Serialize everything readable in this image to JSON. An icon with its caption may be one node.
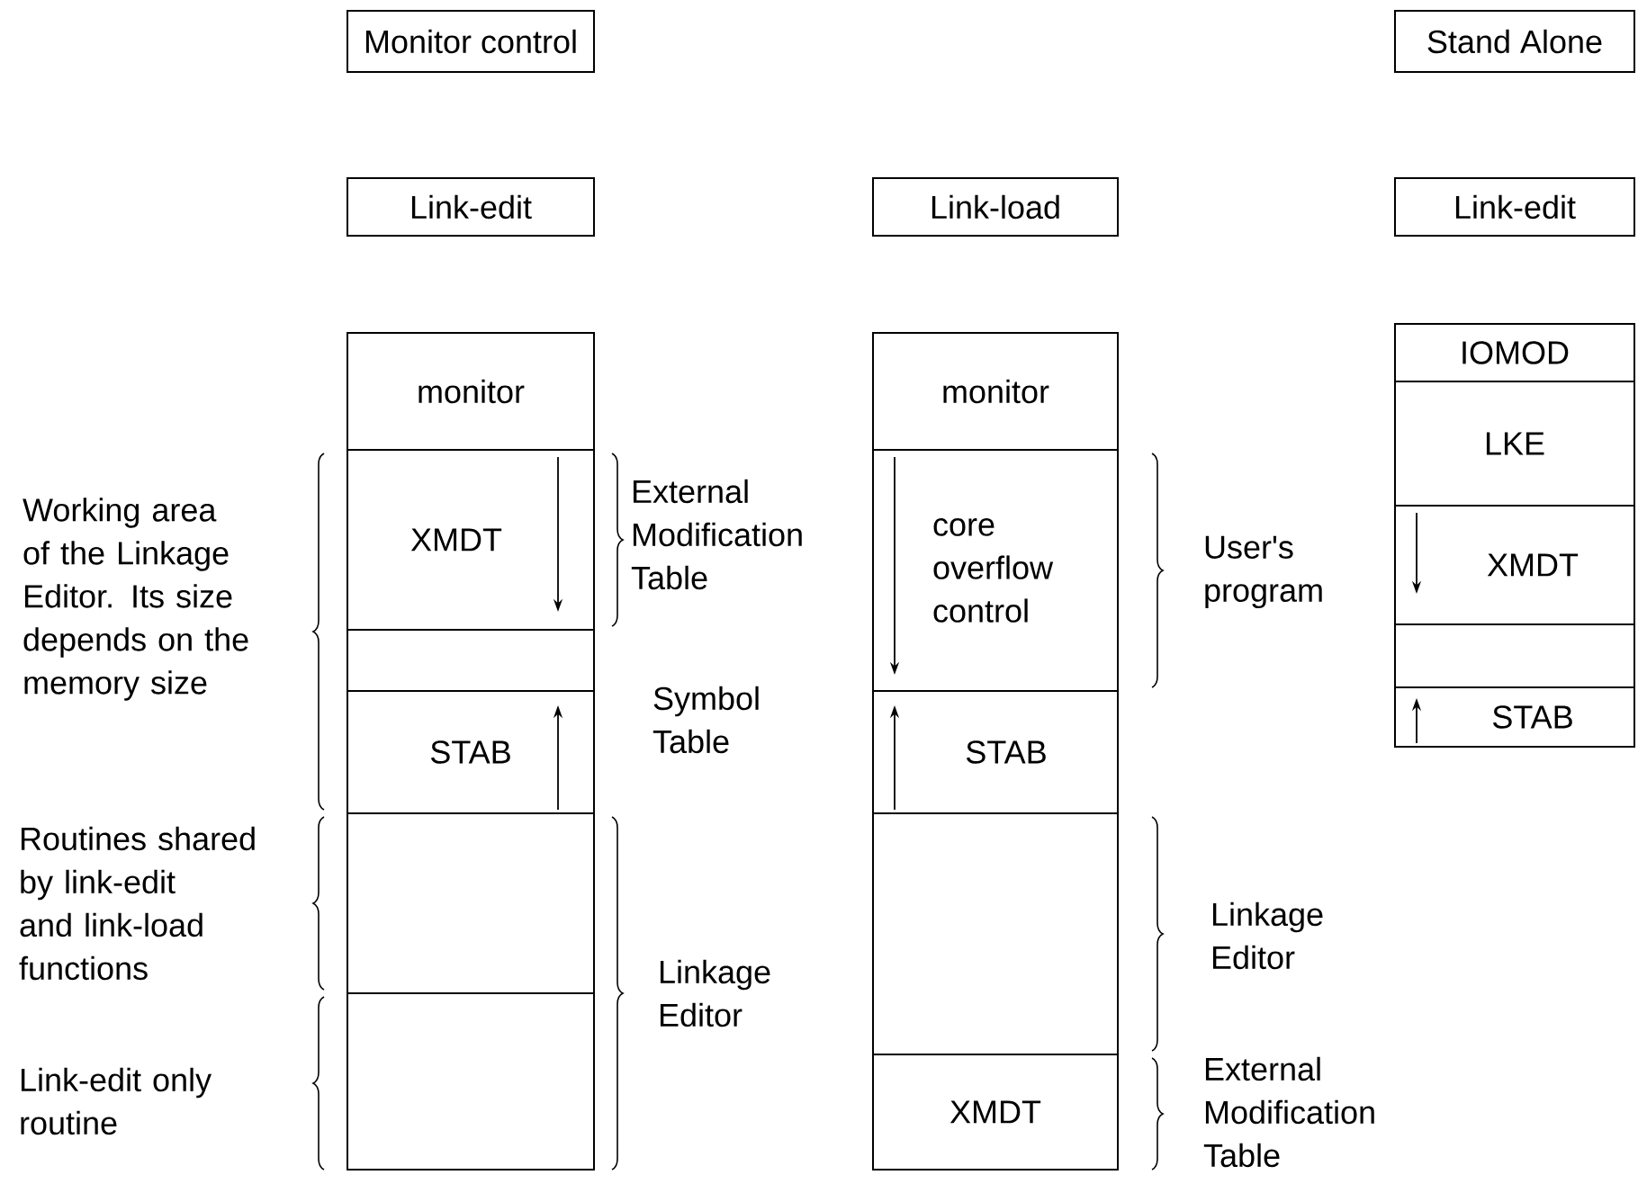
{
  "diagram": {
    "nodes": [
      {
        "text": [
          "Monitor control"
        ]
      },
      {
        "text": [
          "Stand Alone"
        ]
      },
      {
        "text": [
          "Link-edit"
        ]
      },
      {
        "text": [
          "Link-load"
        ]
      },
      {
        "text": [
          "Link-edit"
        ]
      },
      {
        "text": [
          "monitor"
        ]
      },
      {
        "text": [
          "XMDT"
        ]
      },
      {
        "text": [],
        "shape": "box"
      },
      {
        "text": [
          "STAB"
        ]
      },
      {
        "text": [],
        "shape": "box"
      },
      {
        "text": [],
        "shape": "box"
      },
      {
        "text": [
          "monitor"
        ]
      },
      {
        "text": [
          "core overflow control"
        ]
      },
      {
        "text": [
          "STAB"
        ]
      },
      {
        "text": [],
        "shape": "box"
      },
      {
        "text": [
          "XMDT"
        ]
      },
      {
        "text": [
          "IOMOD"
        ]
      },
      {
        "text": [
          "LKE"
        ]
      },
      {
        "text": [
          "XMDT"
        ]
      },
      {
        "text": [],
        "shape": "box"
      },
      {
        "text": [
          "STAB"
        ]
      }
    ],
    "labels": [
      "Working area of the Linkage Editor. Its size depends on the memory size",
      "External Modification Table",
      "Symbol Table",
      "Routines shared by link-edit and link-load functions",
      "Linkage Editor",
      "Link-edit only routine",
      "User's program",
      "Linkage Editor",
      "External Modification Table"
    ]
  }
}
